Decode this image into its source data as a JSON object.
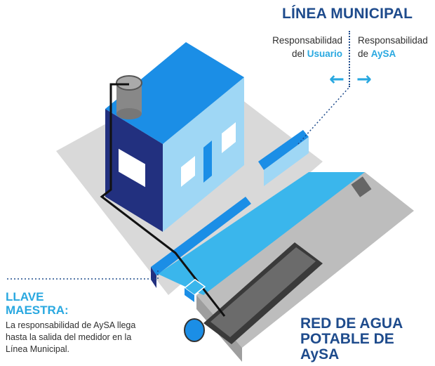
{
  "title": "LÍNEA MUNICIPAL",
  "responsibility": {
    "left_line1": "Responsabilidad",
    "left_prefix": "del ",
    "left_highlight": "Usuario",
    "right_line1": "Responsabilidad",
    "right_prefix": "de ",
    "right_highlight": "AySA",
    "left_arrow": "←",
    "right_arrow": "→"
  },
  "llave": {
    "title_line1": "LLAVE",
    "title_line2": "MAESTRA:",
    "description": "La responsabilidad de AySA llega hasta la salida del medidor en la Línea Municipal."
  },
  "red": {
    "title_line1": "RED DE AGUA",
    "title_line2": "POTABLE DE AySA"
  },
  "colors": {
    "dark_blue": "#1e4b8c",
    "accent_blue": "#29a8e0",
    "roof_blue": "#1b8ee6",
    "wall_light": "#9fd7f5",
    "wall_dark": "#22307f",
    "sidewalk": "#3ab6ec",
    "ground": "#d9d9d9",
    "street": "#bdbdbd",
    "pipe": "#555555",
    "text": "#2f2f2f"
  }
}
